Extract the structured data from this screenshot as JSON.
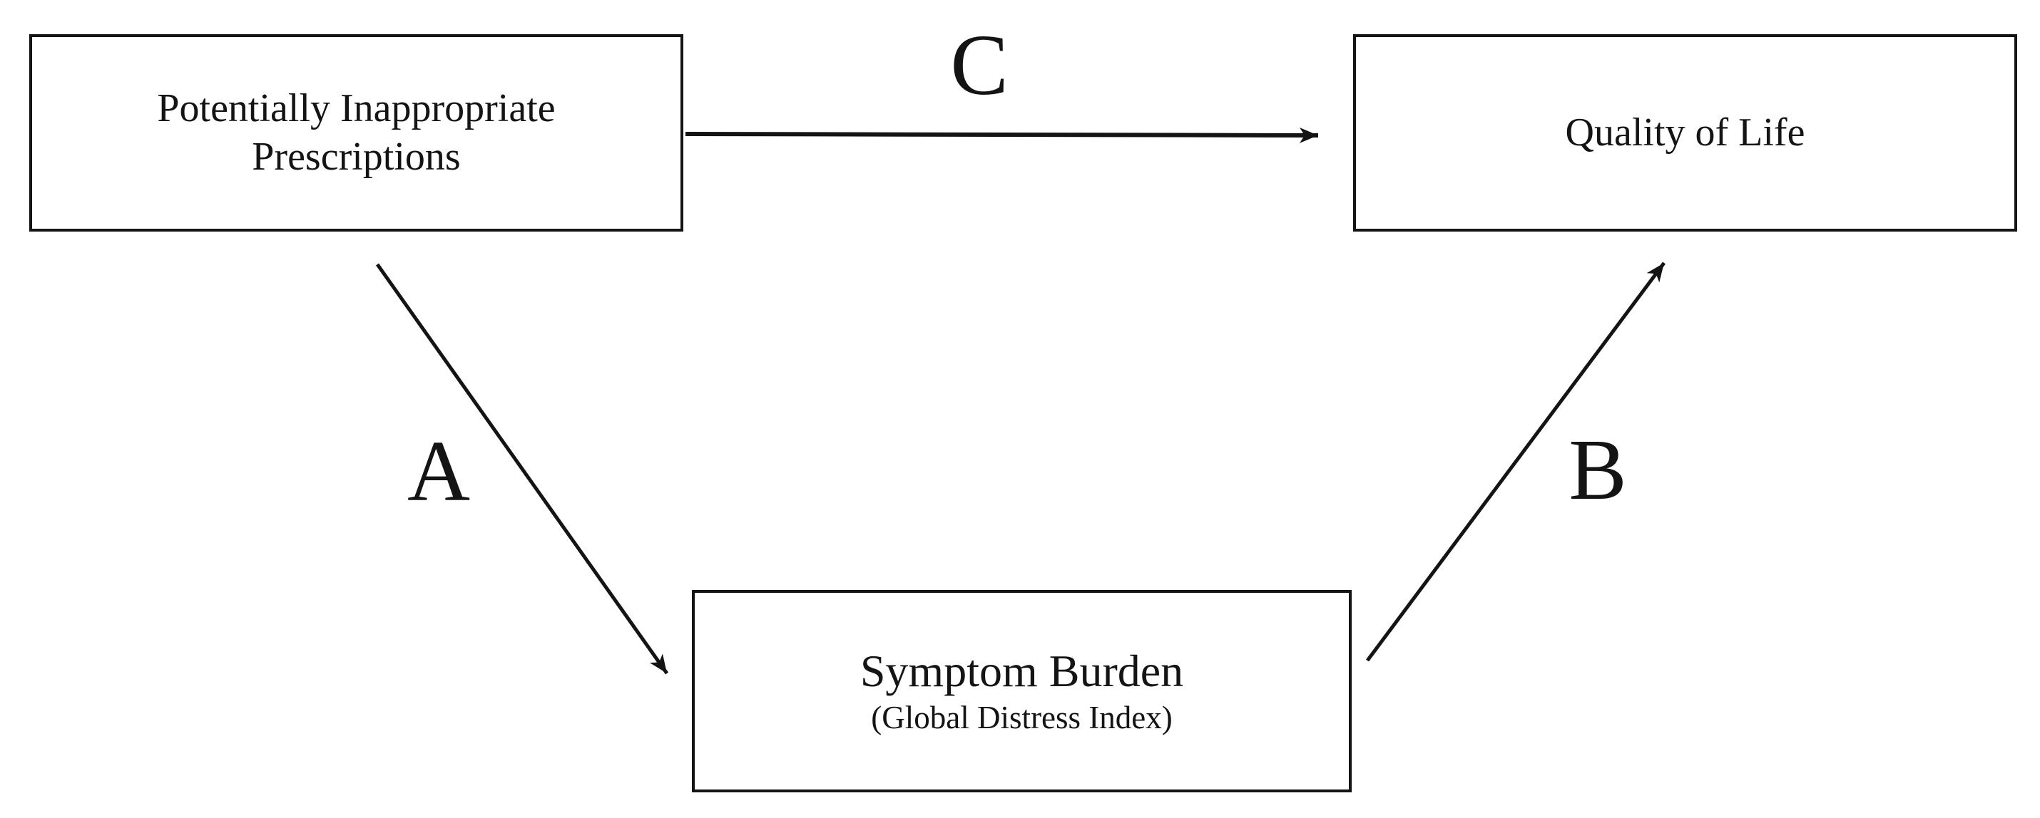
{
  "diagram": {
    "type": "mediation-path-diagram",
    "colors": {
      "background": "#ffffff",
      "line": "#141414",
      "box_border": "#141414",
      "text": "#141414"
    },
    "nodes": {
      "pip": {
        "line1": "Potentially Inappropriate",
        "line2": "Prescriptions"
      },
      "qol": {
        "label": "Quality of Life"
      },
      "sb": {
        "label": "Symptom Burden",
        "sublabel": "(Global Distress Index)"
      }
    },
    "edges": {
      "a": {
        "label": "A",
        "from": "Potentially Inappropriate Prescriptions",
        "to": "Symptom Burden (Global Distress Index)"
      },
      "b": {
        "label": "B",
        "from": "Symptom Burden (Global Distress Index)",
        "to": "Quality of Life"
      },
      "c": {
        "label": "C",
        "from": "Potentially Inappropriate Prescriptions",
        "to": "Quality of Life"
      }
    }
  }
}
